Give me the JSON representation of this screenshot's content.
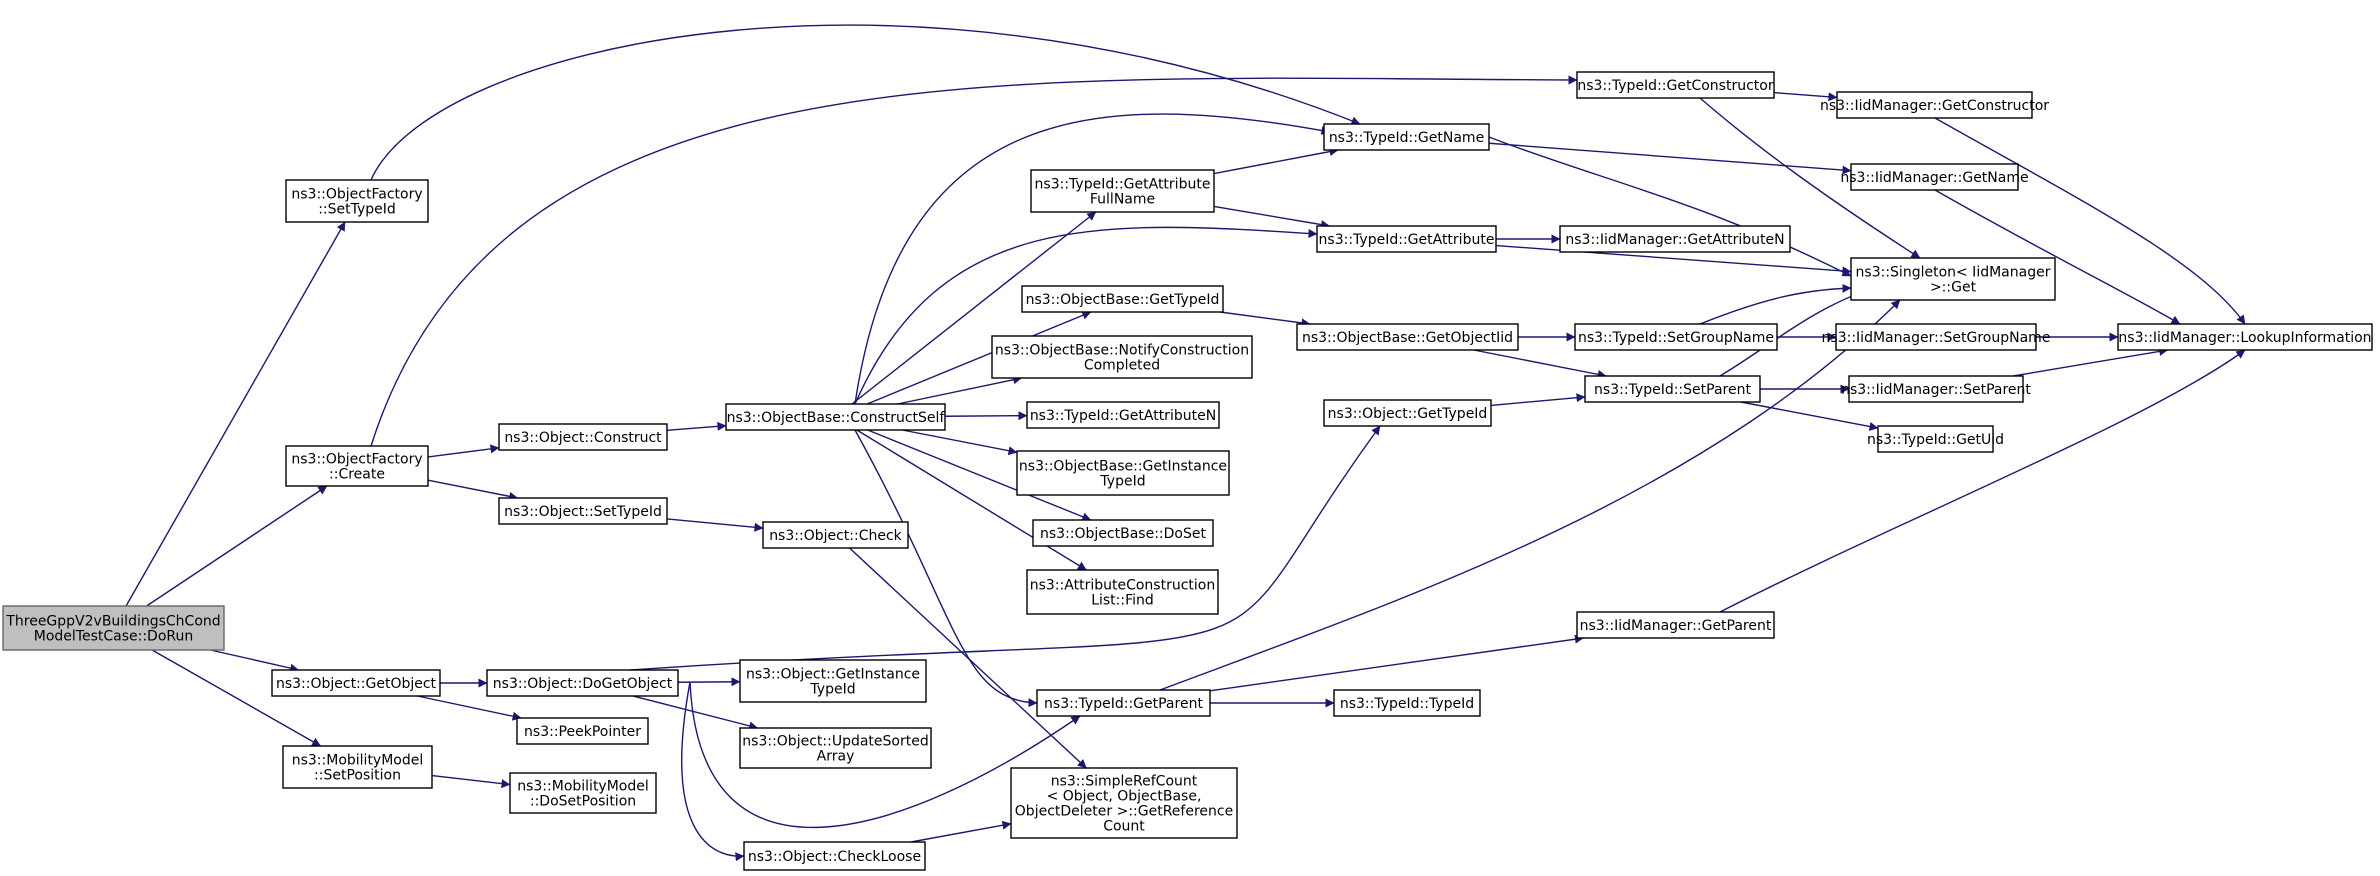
{
  "diagram": {
    "colors": {
      "edge": "#191970",
      "box_border": "#000000",
      "root_fill": "#bfbfbf",
      "root_border": "#666666",
      "background": "#ffffff"
    },
    "nodes": [
      {
        "id": "root",
        "lines": [
          "ThreeGppV2vBuildingsChCond",
          "ModelTestCase::DoRun"
        ],
        "root": true
      },
      {
        "id": "of_settypeid",
        "lines": [
          "ns3::ObjectFactory",
          "::SetTypeId"
        ]
      },
      {
        "id": "of_create",
        "lines": [
          "ns3::ObjectFactory",
          "::Create"
        ]
      },
      {
        "id": "obj_getobject",
        "lines": [
          "ns3::Object::GetObject"
        ]
      },
      {
        "id": "mm_setposition",
        "lines": [
          "ns3::MobilityModel",
          "::SetPosition"
        ]
      },
      {
        "id": "obj_construct",
        "lines": [
          "ns3::Object::Construct"
        ]
      },
      {
        "id": "obj_settypeid",
        "lines": [
          "ns3::Object::SetTypeId"
        ]
      },
      {
        "id": "obj_dogetobject",
        "lines": [
          "ns3::Object::DoGetObject"
        ]
      },
      {
        "id": "peekpointer",
        "lines": [
          "ns3::PeekPointer"
        ]
      },
      {
        "id": "mm_dosetposition",
        "lines": [
          "ns3::MobilityModel",
          "::DoSetPosition"
        ]
      },
      {
        "id": "ob_constructself",
        "lines": [
          "ns3::ObjectBase::ConstructSelf"
        ]
      },
      {
        "id": "obj_check",
        "lines": [
          "ns3::Object::Check"
        ]
      },
      {
        "id": "obj_getinstancetypeid",
        "lines": [
          "ns3::Object::GetInstance",
          "TypeId"
        ]
      },
      {
        "id": "obj_updatesortedarray",
        "lines": [
          "ns3::Object::UpdateSorted",
          "Array"
        ]
      },
      {
        "id": "obj_checkloose",
        "lines": [
          "ns3::Object::CheckLoose"
        ]
      },
      {
        "id": "tid_getattributefullname",
        "lines": [
          "ns3::TypeId::GetAttribute",
          "FullName"
        ]
      },
      {
        "id": "ob_gettypeid",
        "lines": [
          "ns3::ObjectBase::GetTypeId"
        ]
      },
      {
        "id": "ob_notifyconstructioncompleted",
        "lines": [
          "ns3::ObjectBase::NotifyConstruction",
          "Completed"
        ]
      },
      {
        "id": "tid_getattributen",
        "lines": [
          "ns3::TypeId::GetAttributeN"
        ]
      },
      {
        "id": "ob_getinstancetypeid",
        "lines": [
          "ns3::ObjectBase::GetInstance",
          "TypeId"
        ]
      },
      {
        "id": "ob_doset",
        "lines": [
          "ns3::ObjectBase::DoSet"
        ]
      },
      {
        "id": "acl_find",
        "lines": [
          "ns3::AttributeConstruction",
          "List::Find"
        ]
      },
      {
        "id": "tid_getparent",
        "lines": [
          "ns3::TypeId::GetParent"
        ]
      },
      {
        "id": "src_getreferencecount",
        "lines": [
          "ns3::SimpleRefCount",
          "< Object, ObjectBase,",
          "ObjectDeleter >::GetReference",
          "Count"
        ]
      },
      {
        "id": "tid_getname",
        "lines": [
          "ns3::TypeId::GetName"
        ]
      },
      {
        "id": "tid_getattribute",
        "lines": [
          "ns3::TypeId::GetAttribute"
        ]
      },
      {
        "id": "ob_getobjectiid",
        "lines": [
          "ns3::ObjectBase::GetObjectIid"
        ]
      },
      {
        "id": "obj_gettypeid",
        "lines": [
          "ns3::Object::GetTypeId"
        ]
      },
      {
        "id": "tid_typeid",
        "lines": [
          "ns3::TypeId::TypeId"
        ]
      },
      {
        "id": "iid_getparent",
        "lines": [
          "ns3::IidManager::GetParent"
        ]
      },
      {
        "id": "tid_getconstructor",
        "lines": [
          "ns3::TypeId::GetConstructor"
        ]
      },
      {
        "id": "iid_getattributen",
        "lines": [
          "ns3::IidManager::GetAttributeN"
        ]
      },
      {
        "id": "tid_setgroupname",
        "lines": [
          "ns3::TypeId::SetGroupName"
        ]
      },
      {
        "id": "tid_setparent",
        "lines": [
          "ns3::TypeId::SetParent"
        ]
      },
      {
        "id": "iid_getconstructor",
        "lines": [
          "ns3::IidManager::GetConstructor"
        ]
      },
      {
        "id": "iid_getname",
        "lines": [
          "ns3::IidManager::GetName"
        ]
      },
      {
        "id": "singleton_get",
        "lines": [
          "ns3::Singleton< IidManager",
          " >::Get"
        ]
      },
      {
        "id": "iid_setgroupname",
        "lines": [
          "ns3::IidManager::SetGroupName"
        ]
      },
      {
        "id": "iid_setparent",
        "lines": [
          "ns3::IidManager::SetParent"
        ]
      },
      {
        "id": "tid_getuid",
        "lines": [
          "ns3::TypeId::GetUid"
        ]
      },
      {
        "id": "iid_lookupinformation",
        "lines": [
          "ns3::IidManager::LookupInformation"
        ]
      }
    ],
    "edges": [
      [
        "root",
        "of_settypeid"
      ],
      [
        "root",
        "of_create"
      ],
      [
        "root",
        "obj_getobject"
      ],
      [
        "root",
        "mm_setposition"
      ],
      [
        "of_settypeid",
        "tid_getname"
      ],
      [
        "of_create",
        "tid_getconstructor"
      ],
      [
        "of_create",
        "obj_construct"
      ],
      [
        "of_create",
        "obj_settypeid"
      ],
      [
        "obj_getobject",
        "obj_dogetobject"
      ],
      [
        "obj_getobject",
        "peekpointer"
      ],
      [
        "mm_setposition",
        "mm_dosetposition"
      ],
      [
        "obj_construct",
        "ob_constructself"
      ],
      [
        "obj_settypeid",
        "obj_check"
      ],
      [
        "obj_dogetobject",
        "obj_gettypeid"
      ],
      [
        "obj_dogetobject",
        "obj_getinstancetypeid"
      ],
      [
        "obj_dogetobject",
        "obj_updatesortedarray"
      ],
      [
        "obj_dogetobject",
        "tid_getparent"
      ],
      [
        "obj_dogetobject",
        "obj_checkloose"
      ],
      [
        "obj_check",
        "src_getreferencecount"
      ],
      [
        "obj_checkloose",
        "src_getreferencecount"
      ],
      [
        "ob_constructself",
        "tid_getname"
      ],
      [
        "ob_constructself",
        "tid_getattributefullname"
      ],
      [
        "ob_constructself",
        "tid_getattribute"
      ],
      [
        "ob_constructself",
        "ob_gettypeid"
      ],
      [
        "ob_constructself",
        "ob_notifyconstructioncompleted"
      ],
      [
        "ob_constructself",
        "tid_getattributen"
      ],
      [
        "ob_constructself",
        "ob_getinstancetypeid"
      ],
      [
        "ob_constructself",
        "ob_doset"
      ],
      [
        "ob_constructself",
        "acl_find"
      ],
      [
        "ob_constructself",
        "tid_getparent"
      ],
      [
        "tid_getattributefullname",
        "tid_getname"
      ],
      [
        "tid_getattributefullname",
        "tid_getattribute"
      ],
      [
        "ob_gettypeid",
        "ob_getobjectiid"
      ],
      [
        "tid_getparent",
        "tid_typeid"
      ],
      [
        "tid_getparent",
        "iid_getparent"
      ],
      [
        "tid_getparent",
        "singleton_get"
      ],
      [
        "tid_getname",
        "iid_getname"
      ],
      [
        "tid_getname",
        "singleton_get"
      ],
      [
        "tid_getattribute",
        "iid_getattributen"
      ],
      [
        "tid_getattribute",
        "singleton_get"
      ],
      [
        "ob_getobjectiid",
        "tid_setgroupname"
      ],
      [
        "ob_getobjectiid",
        "tid_setparent"
      ],
      [
        "obj_gettypeid",
        "tid_setparent"
      ],
      [
        "tid_getconstructor",
        "iid_getconstructor"
      ],
      [
        "tid_getconstructor",
        "singleton_get"
      ],
      [
        "tid_setgroupname",
        "singleton_get"
      ],
      [
        "tid_setgroupname",
        "iid_setgroupname"
      ],
      [
        "tid_setparent",
        "singleton_get"
      ],
      [
        "tid_setparent",
        "iid_setparent"
      ],
      [
        "tid_setparent",
        "tid_getuid"
      ],
      [
        "iid_getconstructor",
        "iid_lookupinformation"
      ],
      [
        "iid_getname",
        "iid_lookupinformation"
      ],
      [
        "iid_setgroupname",
        "iid_lookupinformation"
      ],
      [
        "iid_setparent",
        "iid_lookupinformation"
      ],
      [
        "iid_getparent",
        "iid_lookupinformation"
      ]
    ]
  }
}
